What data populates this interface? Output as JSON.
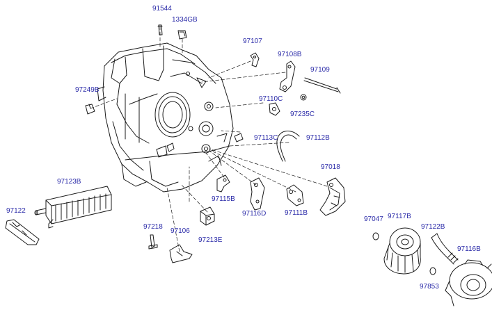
{
  "diagram": {
    "line_color": "#1a1a1a",
    "label_color": "#2a2aa8",
    "parts": [
      {
        "id": "p-91544",
        "label": "91544"
      },
      {
        "id": "p-1334GB",
        "label": "1334GB"
      },
      {
        "id": "p-97107",
        "label": "97107"
      },
      {
        "id": "p-97108B",
        "label": "97108B"
      },
      {
        "id": "p-97109",
        "label": "97109"
      },
      {
        "id": "p-97249B",
        "label": "97249B"
      },
      {
        "id": "p-97110C",
        "label": "97110C"
      },
      {
        "id": "p-97235C",
        "label": "97235C"
      },
      {
        "id": "p-97113C",
        "label": "97113C"
      },
      {
        "id": "p-97112B",
        "label": "97112B"
      },
      {
        "id": "p-97018",
        "label": "97018"
      },
      {
        "id": "p-97123B",
        "label": "97123B"
      },
      {
        "id": "p-97115B",
        "label": "97115B"
      },
      {
        "id": "p-97116D",
        "label": "97116D"
      },
      {
        "id": "p-97111B",
        "label": "97111B"
      },
      {
        "id": "p-97122",
        "label": "97122"
      },
      {
        "id": "p-97218",
        "label": "97218"
      },
      {
        "id": "p-97106",
        "label": "97106"
      },
      {
        "id": "p-97213E",
        "label": "97213E"
      },
      {
        "id": "p-97047",
        "label": "97047"
      },
      {
        "id": "p-97117B",
        "label": "97117B"
      },
      {
        "id": "p-97122B",
        "label": "97122B"
      },
      {
        "id": "p-97116B",
        "label": "97116B"
      },
      {
        "id": "p-97853",
        "label": "97853"
      }
    ]
  }
}
